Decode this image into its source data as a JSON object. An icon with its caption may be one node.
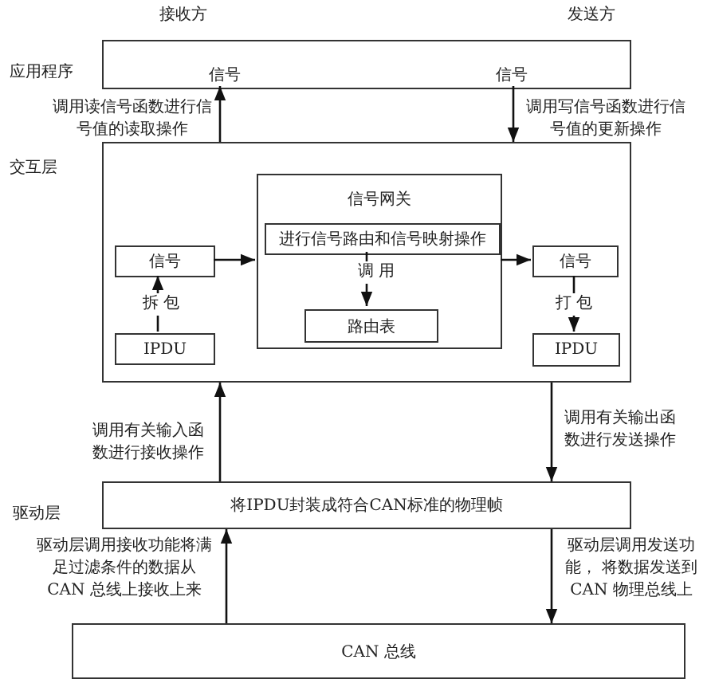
{
  "diagram": {
    "nodes": [
      {
        "text": [],
        "shape": "box"
      },
      {
        "text": [
          "信号"
        ],
        "in": 0
      },
      {
        "text": [
          "信号"
        ],
        "in": 0
      },
      {
        "text": [],
        "shape": "box"
      },
      {
        "text": [
          "信号网关"
        ],
        "in": 3
      },
      {
        "text": [
          "进行信号路由和信号映射操作"
        ],
        "in": 4
      },
      {
        "text": [
          "路由表"
        ],
        "in": 4
      },
      {
        "text": [
          "信号"
        ],
        "in": 3
      },
      {
        "text": [
          "IPDU"
        ],
        "in": 3
      },
      {
        "text": [
          "信号"
        ],
        "in": 3
      },
      {
        "text": [
          "IPDU"
        ],
        "in": 3
      },
      {
        "text": [
          "将IPDU封装成符合CAN标准的物理帧"
        ]
      },
      {
        "text": [
          "CAN 总线"
        ]
      }
    ],
    "edges": [
      {
        "from": 3,
        "to": 1,
        "arrow": "to",
        "label": "调用读信号函数进行信号值的读取操作"
      },
      {
        "from": 2,
        "to": 3,
        "arrow": "to",
        "label": "调用写信号函数进行信号值的更新操作"
      },
      {
        "from": 8,
        "to": 7,
        "arrow": "to",
        "label": "拆 包"
      },
      {
        "from": 7,
        "to": 4,
        "arrow": "to"
      },
      {
        "from": 4,
        "to": 9,
        "arrow": "to"
      },
      {
        "from": 5,
        "to": 6,
        "arrow": "to",
        "label": "调 用"
      },
      {
        "from": 9,
        "to": 10,
        "arrow": "to",
        "label": "打 包"
      },
      {
        "from": 11,
        "to": 3,
        "arrow": "to",
        "label": "调用有关输入函数进行接收操作"
      },
      {
        "from": 3,
        "to": 11,
        "arrow": "to",
        "label": "调用有关输出函数进行发送操作"
      },
      {
        "from": 12,
        "to": 11,
        "arrow": "to",
        "label": "驱动层调用接收功能将满足过滤条件的数据从CAN 总线上接收上来"
      },
      {
        "from": 11,
        "to": 12,
        "arrow": "to",
        "label": "驱动层调用发送功能， 将数据发送到CAN 物理总线上"
      }
    ],
    "labels": [
      "接收方",
      "发送方",
      "应用程序",
      "交互层",
      "驱动层"
    ]
  }
}
